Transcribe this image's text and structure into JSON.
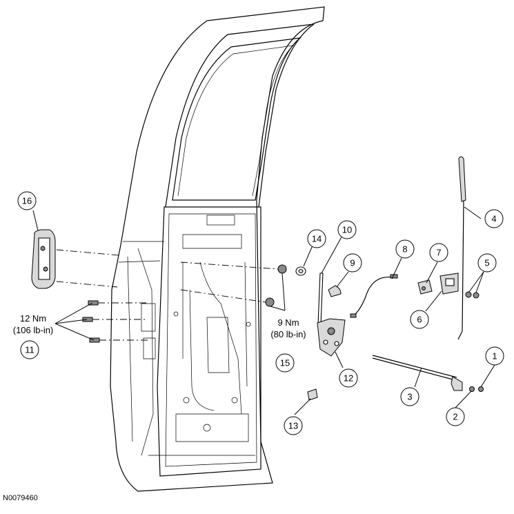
{
  "figure": {
    "id": "N0079460",
    "callouts": [
      {
        "number": "1"
      },
      {
        "number": "2"
      },
      {
        "number": "3"
      },
      {
        "number": "4"
      },
      {
        "number": "5"
      },
      {
        "number": "6"
      },
      {
        "number": "7"
      },
      {
        "number": "8"
      },
      {
        "number": "9"
      },
      {
        "number": "10"
      },
      {
        "number": "11"
      },
      {
        "number": "12"
      },
      {
        "number": "13"
      },
      {
        "number": "14"
      },
      {
        "number": "15"
      },
      {
        "number": "16"
      }
    ],
    "torque_specs": [
      {
        "metric": "12 Nm",
        "imperial": "(106 lb-in)"
      },
      {
        "metric": "9 Nm",
        "imperial": "(80 lb-in)"
      }
    ]
  }
}
